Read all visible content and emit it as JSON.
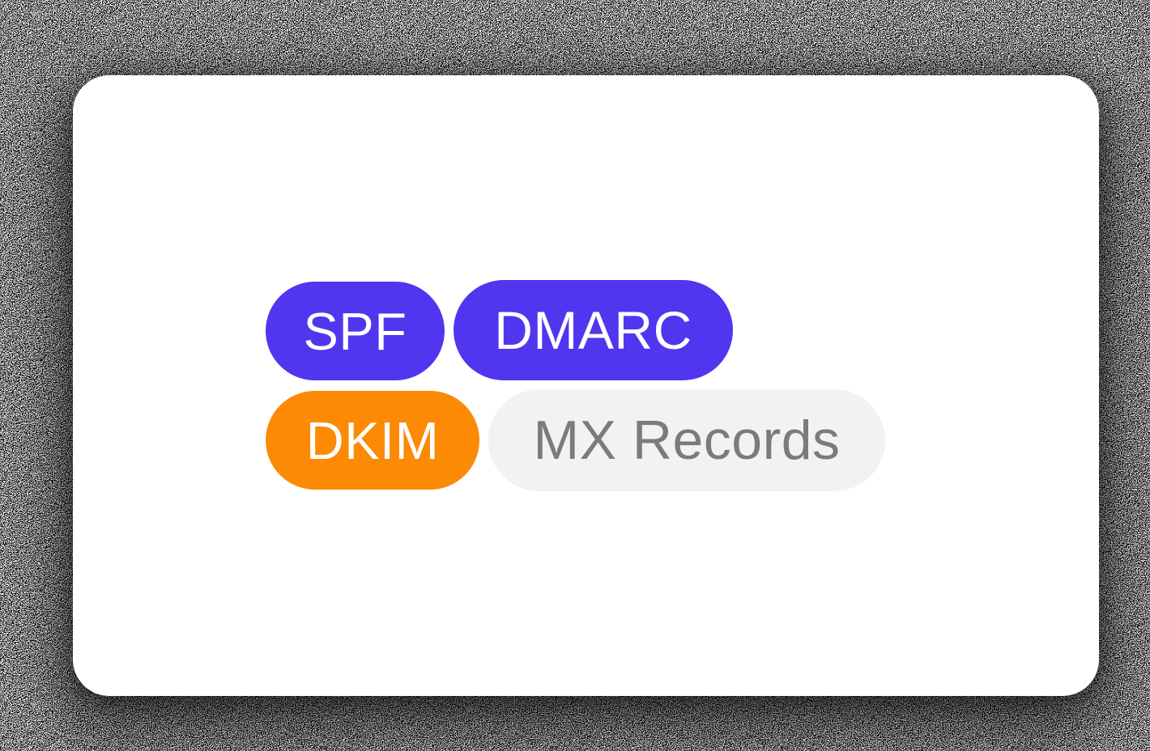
{
  "card": {
    "description": "White rounded card with email authentication record badges",
    "bg_color": "#FFFFFF",
    "badges": [
      {
        "id": "spf",
        "label": "SPF",
        "bg": "#5136EF",
        "text_color": "#FFFFFF"
      },
      {
        "id": "dmarc",
        "label": "DMARC",
        "bg": "#5136EF",
        "text_color": "#FFFFFF"
      },
      {
        "id": "dkim",
        "label": "DKIM",
        "bg": "#FC8A04",
        "text_color": "#FFFFFF"
      },
      {
        "id": "mx-records",
        "label": "MX Records",
        "bg": "#F2F2F3",
        "text_color": "#7B7B7B"
      }
    ]
  },
  "colors": {
    "accent_purple": "#5136EF",
    "accent_orange": "#FC8A04",
    "muted_pill_bg": "#F2F2F3",
    "muted_pill_text": "#7B7B7B",
    "card_bg": "#FFFFFF",
    "shadow": "rgba(0,0,0,0.55)"
  },
  "background": {
    "style": "black-and-white static noise"
  }
}
